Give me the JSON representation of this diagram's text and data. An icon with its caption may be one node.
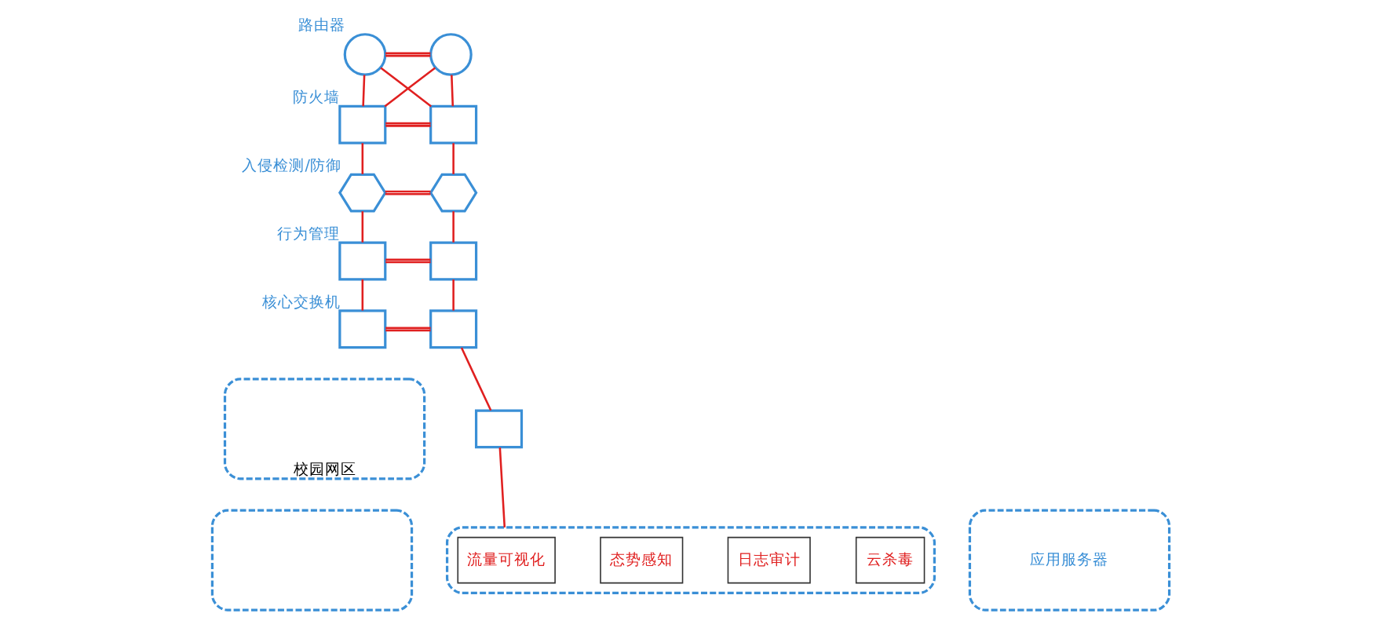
{
  "diagram": {
    "nodes": [
      {
        "text": [],
        "shape": "circle",
        "beside": [
          "路由器"
        ]
      },
      {
        "text": [],
        "shape": "circle"
      },
      {
        "text": [],
        "shape": "box",
        "beside": [
          "防火墙"
        ]
      },
      {
        "text": [],
        "shape": "box"
      },
      {
        "text": [],
        "shape": "hexagon",
        "beside": [
          "入侵检测/防御"
        ]
      },
      {
        "text": [],
        "shape": "hexagon"
      },
      {
        "text": [],
        "shape": "box",
        "beside": [
          "行为管理"
        ]
      },
      {
        "text": [],
        "shape": "box"
      },
      {
        "text": [],
        "shape": "box",
        "beside": [
          "核心交换机"
        ]
      },
      {
        "text": [],
        "shape": "box"
      },
      {
        "text": [],
        "shape": "box"
      },
      {
        "text": [
          "校园网区"
        ]
      },
      {
        "text": [],
        "shape": "box"
      },
      {
        "text": [
          "应用服务器"
        ]
      },
      {
        "text": [],
        "shape": "box"
      },
      {
        "text": [
          "流量可视化"
        ],
        "in": 14
      },
      {
        "text": [
          "态势感知"
        ],
        "in": 14
      },
      {
        "text": [
          "日志审计"
        ],
        "in": 14
      },
      {
        "text": [
          "云杀毒"
        ],
        "in": 14
      }
    ],
    "edges": [
      {
        "from": 0,
        "to": 1,
        "arrow": "none"
      },
      {
        "from": 0,
        "to": 2,
        "arrow": "none"
      },
      {
        "from": 0,
        "to": 3,
        "arrow": "none"
      },
      {
        "from": 1,
        "to": 2,
        "arrow": "none"
      },
      {
        "from": 1,
        "to": 3,
        "arrow": "none"
      },
      {
        "from": 2,
        "to": 3,
        "arrow": "none"
      },
      {
        "from": 2,
        "to": 4,
        "arrow": "none"
      },
      {
        "from": 3,
        "to": 5,
        "arrow": "none"
      },
      {
        "from": 4,
        "to": 5,
        "arrow": "none"
      },
      {
        "from": 4,
        "to": 6,
        "arrow": "none"
      },
      {
        "from": 5,
        "to": 7,
        "arrow": "none"
      },
      {
        "from": 6,
        "to": 7,
        "arrow": "none"
      },
      {
        "from": 6,
        "to": 8,
        "arrow": "none"
      },
      {
        "from": 7,
        "to": 9,
        "arrow": "none"
      },
      {
        "from": 8,
        "to": 9,
        "arrow": "none"
      },
      {
        "from": 9,
        "to": 10,
        "arrow": "none"
      },
      {
        "from": 10,
        "to": 14,
        "arrow": "none"
      }
    ]
  }
}
